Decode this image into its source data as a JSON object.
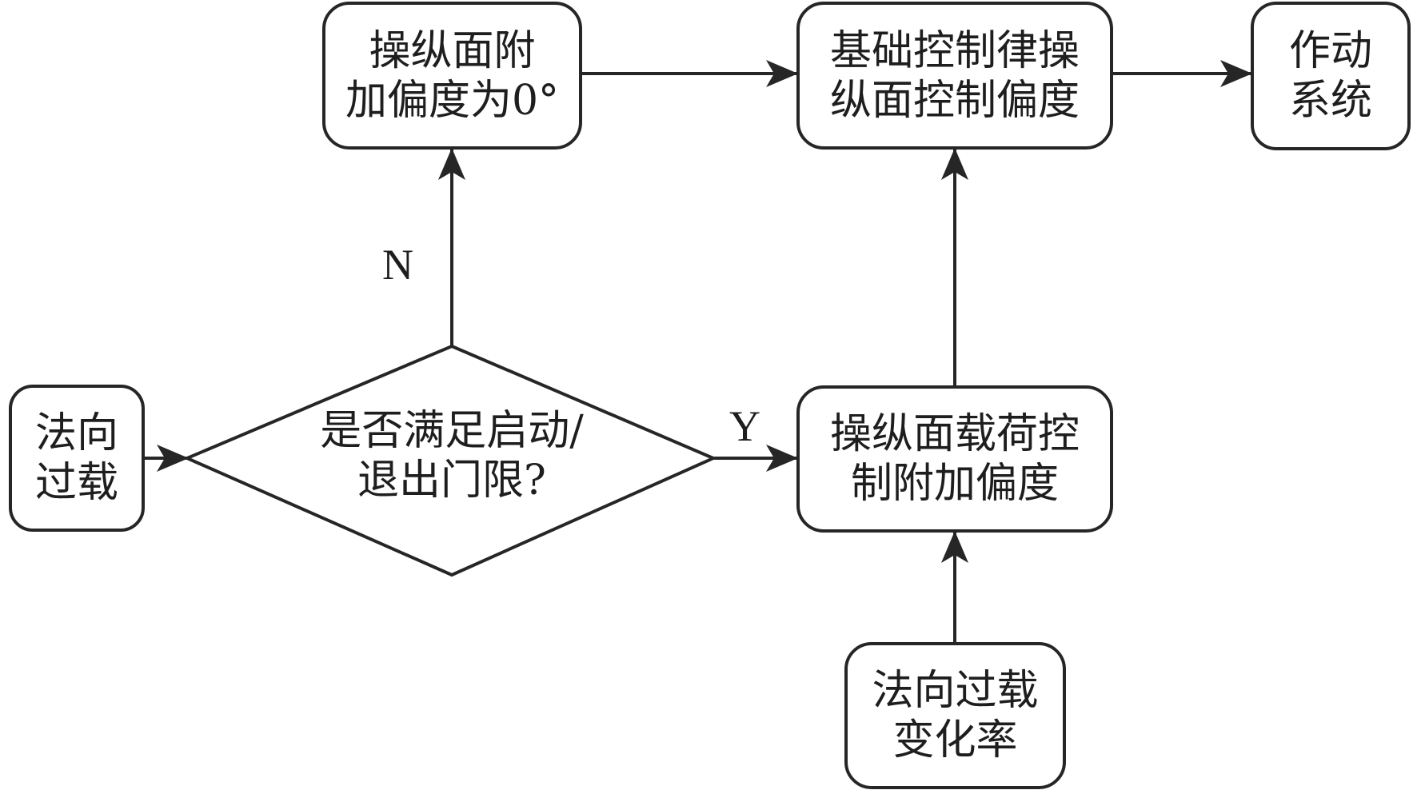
{
  "diagram": {
    "type": "flowchart",
    "stroke_color": "#262626",
    "nodes": {
      "input": {
        "lines": [
          "法向",
          "过载"
        ]
      },
      "decision": {
        "lines": [
          "是否满足启动/",
          "退出门限?"
        ]
      },
      "zero_deflection": {
        "lines": [
          "操纵面附",
          "加偏度为0°"
        ]
      },
      "base_law": {
        "lines": [
          "基础控制律操",
          "纵面控制偏度"
        ]
      },
      "actuator": {
        "lines": [
          "作动",
          "系统"
        ]
      },
      "load_control": {
        "lines": [
          "操纵面载荷控",
          "制附加偏度"
        ]
      },
      "rate": {
        "lines": [
          "法向过载",
          "变化率"
        ]
      }
    },
    "edge_labels": {
      "no": "N",
      "yes": "Y"
    },
    "edges": [
      {
        "from": "input",
        "to": "decision"
      },
      {
        "from": "decision",
        "to": "zero_deflection",
        "label": "N"
      },
      {
        "from": "decision",
        "to": "load_control",
        "label": "Y"
      },
      {
        "from": "zero_deflection",
        "to": "base_law"
      },
      {
        "from": "load_control",
        "to": "base_law"
      },
      {
        "from": "rate",
        "to": "load_control"
      },
      {
        "from": "base_law",
        "to": "actuator"
      }
    ]
  }
}
